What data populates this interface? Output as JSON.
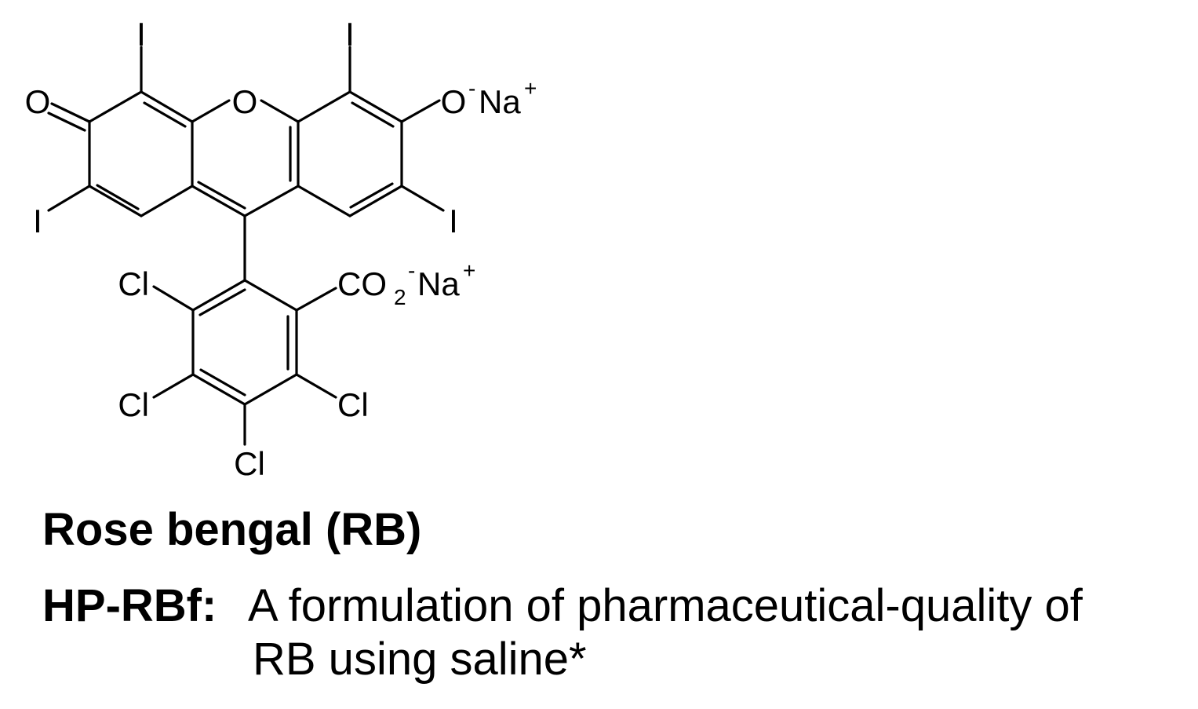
{
  "molecule": {
    "atoms": {
      "ketone_oxygen": "O",
      "ring_oxygen": "O",
      "phenolate_oxygen": "O",
      "phenolate_charge": "-",
      "phenolate_counterion": "Na",
      "phenolate_counterion_charge": "+",
      "iodo_top_left": "I",
      "iodo_top_right": "I",
      "iodo_bottom_left": "I",
      "iodo_bottom_right": "I",
      "chloro_upper_left": "Cl",
      "chloro_lower_left": "Cl",
      "chloro_bottom": "Cl",
      "chloro_right": "Cl",
      "carboxylate_group": "CO",
      "carboxylate_subscript": "2",
      "carboxylate_charge": "-",
      "carboxylate_counterion": "Na",
      "carboxylate_counterion_charge": "+"
    }
  },
  "caption": {
    "title": "Rose bengal (RB)",
    "label": "HP-RBf:",
    "description_line1": "A formulation of pharmaceutical-quality of",
    "description_line2": "RB using saline*"
  }
}
